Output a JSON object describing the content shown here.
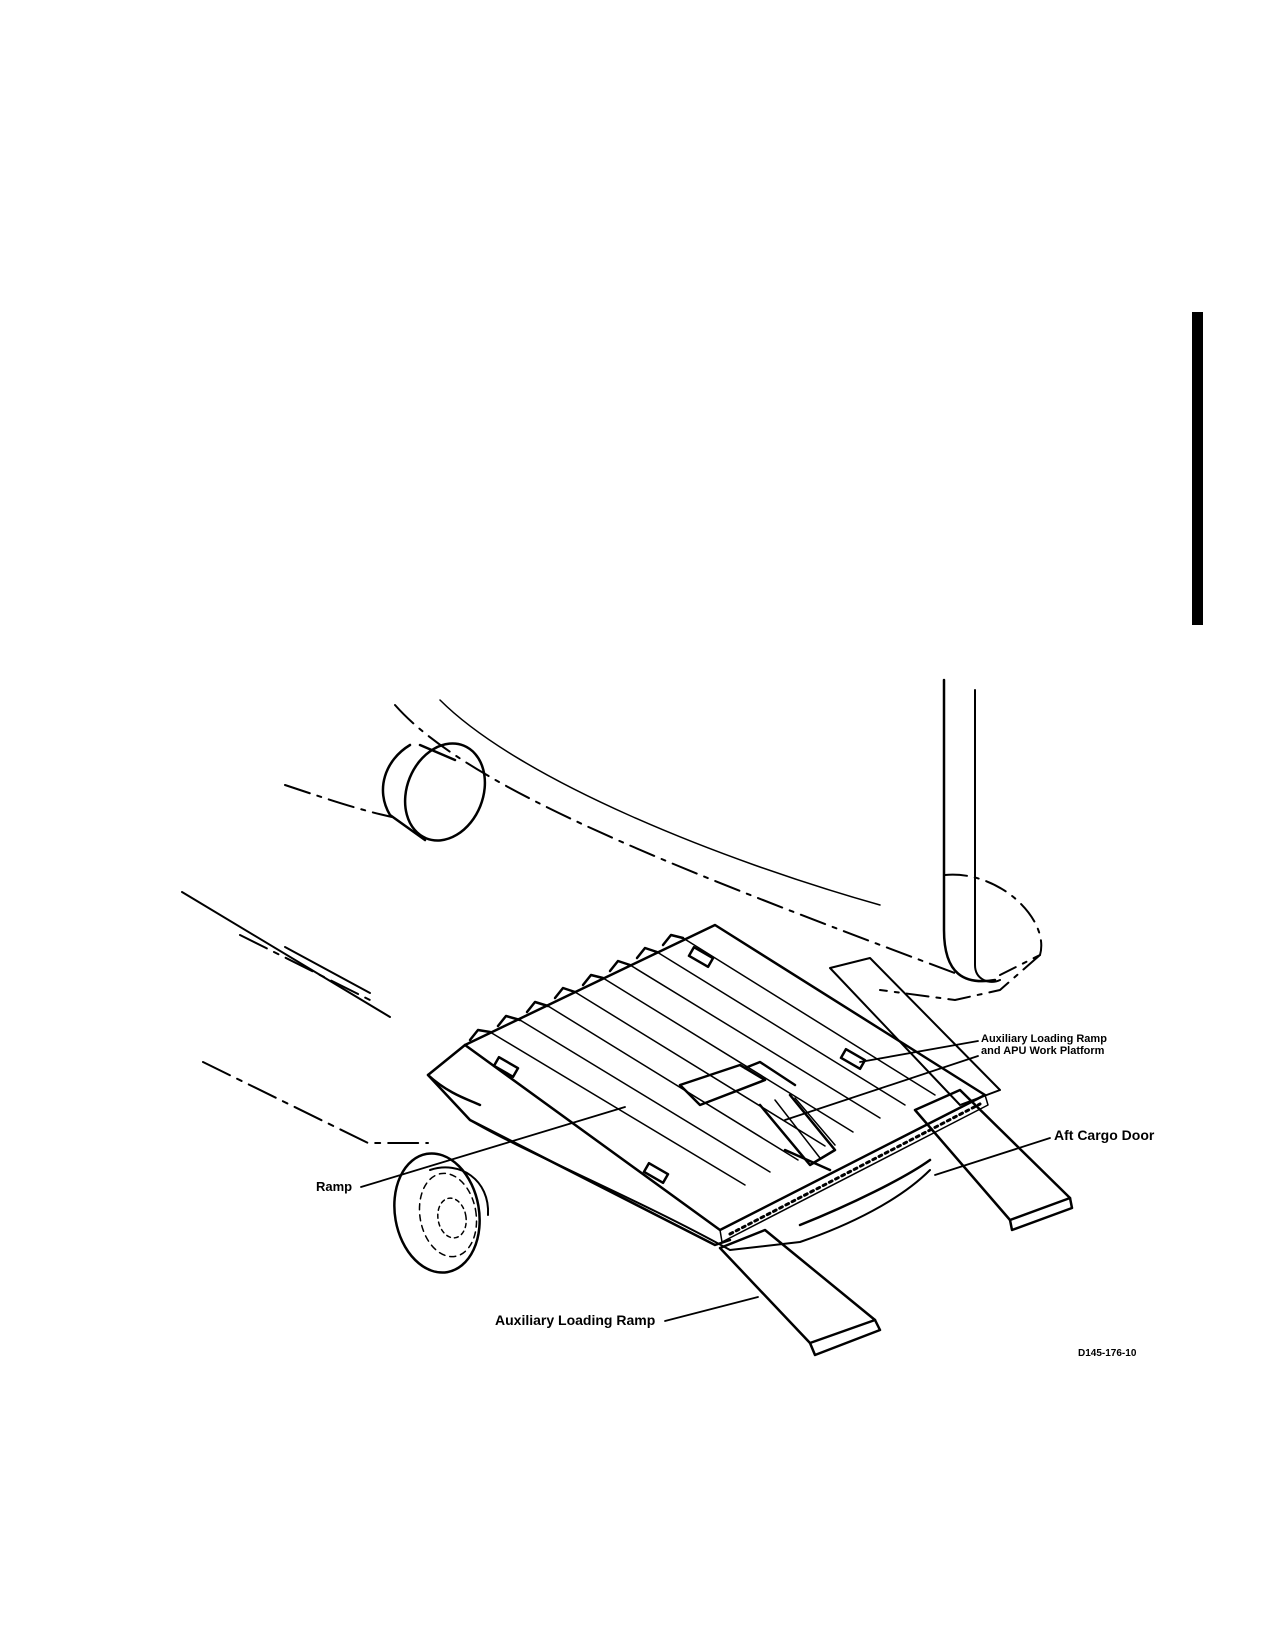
{
  "labels": {
    "aux_ramp_platform_line1": "Auxiliary Loading Ramp",
    "aux_ramp_platform_line2": "and APU Work Platform",
    "aft_cargo_door": "Aft Cargo Door",
    "ramp": "Ramp",
    "auxiliary_loading_ramp": "Auxiliary Loading Ramp",
    "figure_id": "D145-176-10"
  },
  "colors": {
    "ink": "#000000",
    "paper": "#ffffff"
  }
}
